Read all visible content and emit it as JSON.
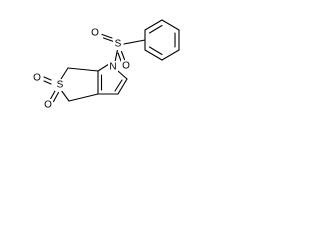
{
  "molecule": {
    "atoms": {
      "sulfonyl_sulfur": "S",
      "sulfonyl_oxygen_top": "O",
      "sulfonyl_oxygen_bottom": "O",
      "nitrogen": "N",
      "ring_sulfur": "S",
      "ring_oxygen_left": "O",
      "ring_oxygen_bottom": "O"
    }
  }
}
